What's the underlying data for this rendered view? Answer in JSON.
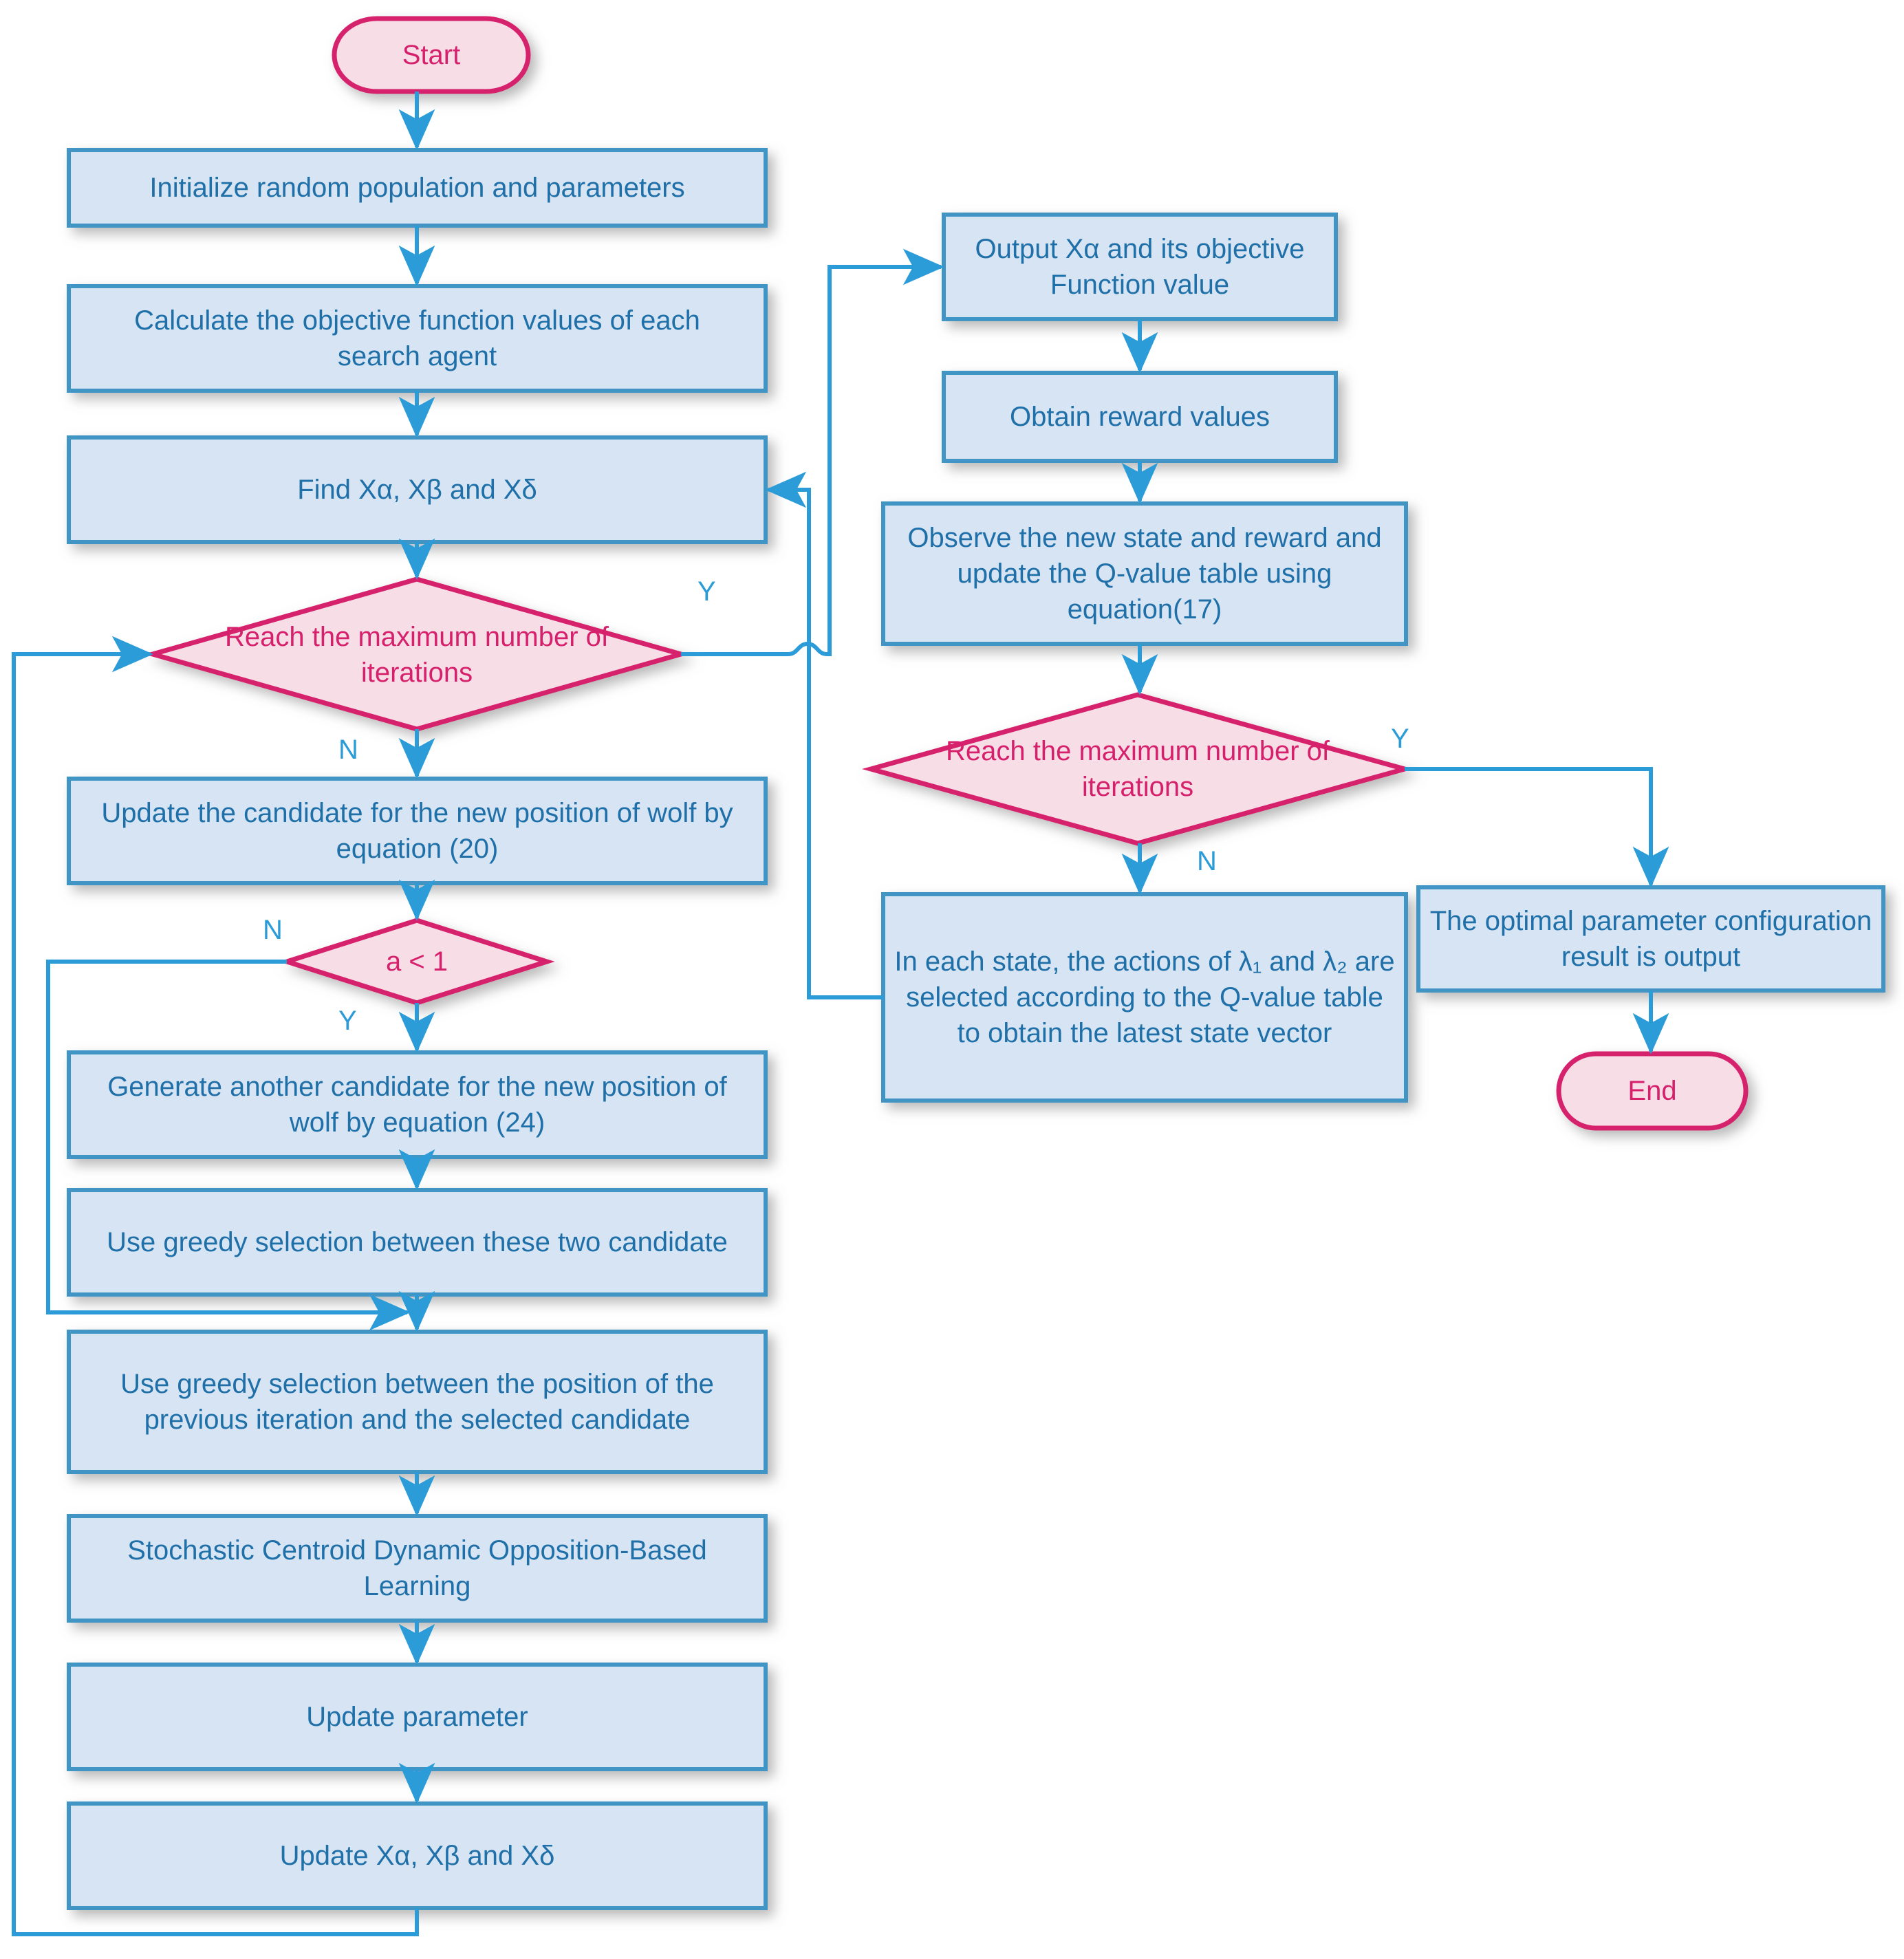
{
  "diagram": {
    "title": "Flowchart of the Q-learning based improved Grey Wolf Optimizer",
    "colors": {
      "process_fill": "#d6e4f3",
      "process_stroke": "#3f95c4",
      "process_text": "#1f6fa8",
      "decision_fill": "#f7dde6",
      "decision_stroke": "#d6206c",
      "decision_text": "#d6206c",
      "terminator_fill": "#f7dde6",
      "terminator_stroke": "#d6206c",
      "terminator_text": "#d6206c",
      "connector": "#2b9cd8",
      "background": "#ffffff"
    },
    "nodes": [
      {
        "id": "start",
        "type": "terminator",
        "text": "Start"
      },
      {
        "id": "init",
        "type": "process",
        "text": "Initialize random population and parameters"
      },
      {
        "id": "calc",
        "type": "process",
        "text": "Calculate the objective function values of each search agent"
      },
      {
        "id": "find",
        "type": "process",
        "text": "Find Xα,  Xβ and Xδ"
      },
      {
        "id": "maxiter1",
        "type": "decision",
        "text": "Reach the maximum number of iterations"
      },
      {
        "id": "updcand",
        "type": "process",
        "text": "Update the candidate for the new position of wolf by equation (20)"
      },
      {
        "id": "alt1",
        "type": "decision",
        "text": "a < 1"
      },
      {
        "id": "gencand",
        "type": "process",
        "text": "Generate another candidate for the new position of wolf by equation (24)"
      },
      {
        "id": "greedy2",
        "type": "process",
        "text": "Use greedy selection between these two candidate"
      },
      {
        "id": "greedyprev",
        "type": "process",
        "text": "Use greedy selection between the position of the previous iteration and the selected candidate"
      },
      {
        "id": "scdobl",
        "type": "process",
        "text": "Stochastic Centroid Dynamic Opposition-Based Learning"
      },
      {
        "id": "updparam",
        "type": "process",
        "text": "Update parameter"
      },
      {
        "id": "updxabd",
        "type": "process",
        "text": "Update Xα,  Xβ and Xδ"
      },
      {
        "id": "outputxa",
        "type": "process",
        "text": "Output Xα and its objective Function value"
      },
      {
        "id": "reward",
        "type": "process",
        "text": "Obtain reward values"
      },
      {
        "id": "observe",
        "type": "process",
        "text": "Observe the new state and reward and update the Q-value table using equation(17)"
      },
      {
        "id": "maxiter2",
        "type": "decision",
        "text": "Reach the maximum number of iterations"
      },
      {
        "id": "actions",
        "type": "process",
        "text": "In each state, the actions of λ₁ and λ₂ are selected according to the Q-value table to obtain the latest state vector"
      },
      {
        "id": "optimal",
        "type": "process",
        "text": "The optimal parameter configuration result is output"
      },
      {
        "id": "end",
        "type": "terminator",
        "text": "End"
      }
    ],
    "edges": [
      {
        "from": "start",
        "to": "init",
        "label": ""
      },
      {
        "from": "init",
        "to": "calc",
        "label": ""
      },
      {
        "from": "calc",
        "to": "find",
        "label": ""
      },
      {
        "from": "find",
        "to": "maxiter1",
        "label": ""
      },
      {
        "from": "maxiter1",
        "to": "outputxa",
        "label": "Y"
      },
      {
        "from": "maxiter1",
        "to": "updcand",
        "label": "N"
      },
      {
        "from": "updcand",
        "to": "alt1",
        "label": ""
      },
      {
        "from": "alt1",
        "to": "gencand",
        "label": "Y"
      },
      {
        "from": "alt1",
        "to": "greedyprev",
        "label": "N"
      },
      {
        "from": "gencand",
        "to": "greedy2",
        "label": ""
      },
      {
        "from": "greedy2",
        "to": "greedyprev",
        "label": ""
      },
      {
        "from": "greedyprev",
        "to": "scdobl",
        "label": ""
      },
      {
        "from": "scdobl",
        "to": "updparam",
        "label": ""
      },
      {
        "from": "updparam",
        "to": "updxabd",
        "label": ""
      },
      {
        "from": "updxabd",
        "to": "maxiter1",
        "label": ""
      },
      {
        "from": "outputxa",
        "to": "reward",
        "label": ""
      },
      {
        "from": "reward",
        "to": "observe",
        "label": ""
      },
      {
        "from": "observe",
        "to": "maxiter2",
        "label": ""
      },
      {
        "from": "maxiter2",
        "to": "optimal",
        "label": "Y"
      },
      {
        "from": "maxiter2",
        "to": "actions",
        "label": "N"
      },
      {
        "from": "actions",
        "to": "find",
        "label": ""
      },
      {
        "from": "optimal",
        "to": "end",
        "label": ""
      }
    ],
    "edge_labels": {
      "maxiter1_yes": "Y",
      "maxiter1_no": "N",
      "alt1_no": "N",
      "alt1_yes": "Y",
      "maxiter2_yes": "Y",
      "maxiter2_no": "N"
    }
  }
}
